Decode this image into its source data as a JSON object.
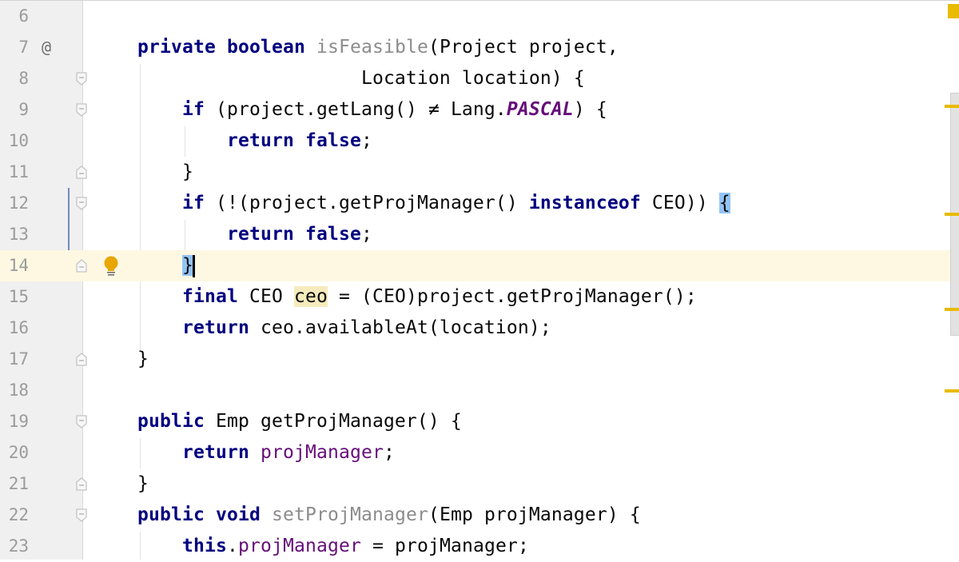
{
  "editor": {
    "caret_line": 14,
    "lines": [
      {
        "num": "6"
      },
      {
        "num": "7",
        "annotation": "@"
      },
      {
        "num": "8"
      },
      {
        "num": "9"
      },
      {
        "num": "10"
      },
      {
        "num": "11"
      },
      {
        "num": "12"
      },
      {
        "num": "13"
      },
      {
        "num": "14"
      },
      {
        "num": "15"
      },
      {
        "num": "16"
      },
      {
        "num": "17"
      },
      {
        "num": "18"
      },
      {
        "num": "19"
      },
      {
        "num": "20"
      },
      {
        "num": "21"
      },
      {
        "num": "22"
      },
      {
        "num": "23"
      }
    ],
    "code": {
      "l7": {
        "t1": "private",
        "t2": " ",
        "t3": "boolean",
        "t4": " ",
        "t5": "isFeasible",
        "t6": "(Project project,"
      },
      "l8": {
        "t1": "                    Location location) {"
      },
      "l9": {
        "t1": "    ",
        "t2": "if",
        "t3": " (project.getLang() ≠ Lang.",
        "t4": "PASCAL",
        "t5": ") {"
      },
      "l10": {
        "t1": "        ",
        "t2": "return",
        "t3": " ",
        "t4": "false",
        "t5": ";"
      },
      "l11": {
        "t1": "    }"
      },
      "l12": {
        "t1": "    ",
        "t2": "if",
        "t3": " (!(project.getProjManager() ",
        "t4": "instanceof",
        "t5": " CEO)) ",
        "t6": "{"
      },
      "l13": {
        "t1": "        ",
        "t2": "return",
        "t3": " ",
        "t4": "false",
        "t5": ";"
      },
      "l14": {
        "t1": "    ",
        "t2": "}"
      },
      "l15": {
        "t1": "    ",
        "t2": "final",
        "t3": " CEO ",
        "t4": "ceo",
        "t5": " = (CEO)project.getProjManager();"
      },
      "l16": {
        "t1": "    ",
        "t2": "return",
        "t3": " ceo.availableAt(location);"
      },
      "l17": {
        "t1": "}"
      },
      "l19": {
        "t1": "public",
        "t2": " Emp getProjManager() {"
      },
      "l20": {
        "t1": "    ",
        "t2": "return",
        "t3": " ",
        "t4": "projManager",
        "t5": ";"
      },
      "l21": {
        "t1": "}"
      },
      "l22": {
        "t1": "public",
        "t2": " ",
        "t3": "void",
        "t4": " ",
        "t5": "setProjManager",
        "t6": "(Emp projManager) {"
      },
      "l23": {
        "t1": "    ",
        "t2": "this",
        "t3": ".",
        "t4": "projManager",
        "t5": " = projManager;"
      }
    }
  },
  "colors": {
    "keyword": "#000080",
    "unused_method": "#8c8c8c",
    "field": "#660e7a",
    "caret_line_bg": "#fef8e3",
    "brace_match": "#93c4f5",
    "identifier_highlight": "#f6ebbc",
    "warning_marker": "#e8bb00"
  },
  "icons": {
    "override_annotation": "@",
    "intention_bulb": "lightbulb-icon",
    "fold_marker": "fold-icon"
  }
}
